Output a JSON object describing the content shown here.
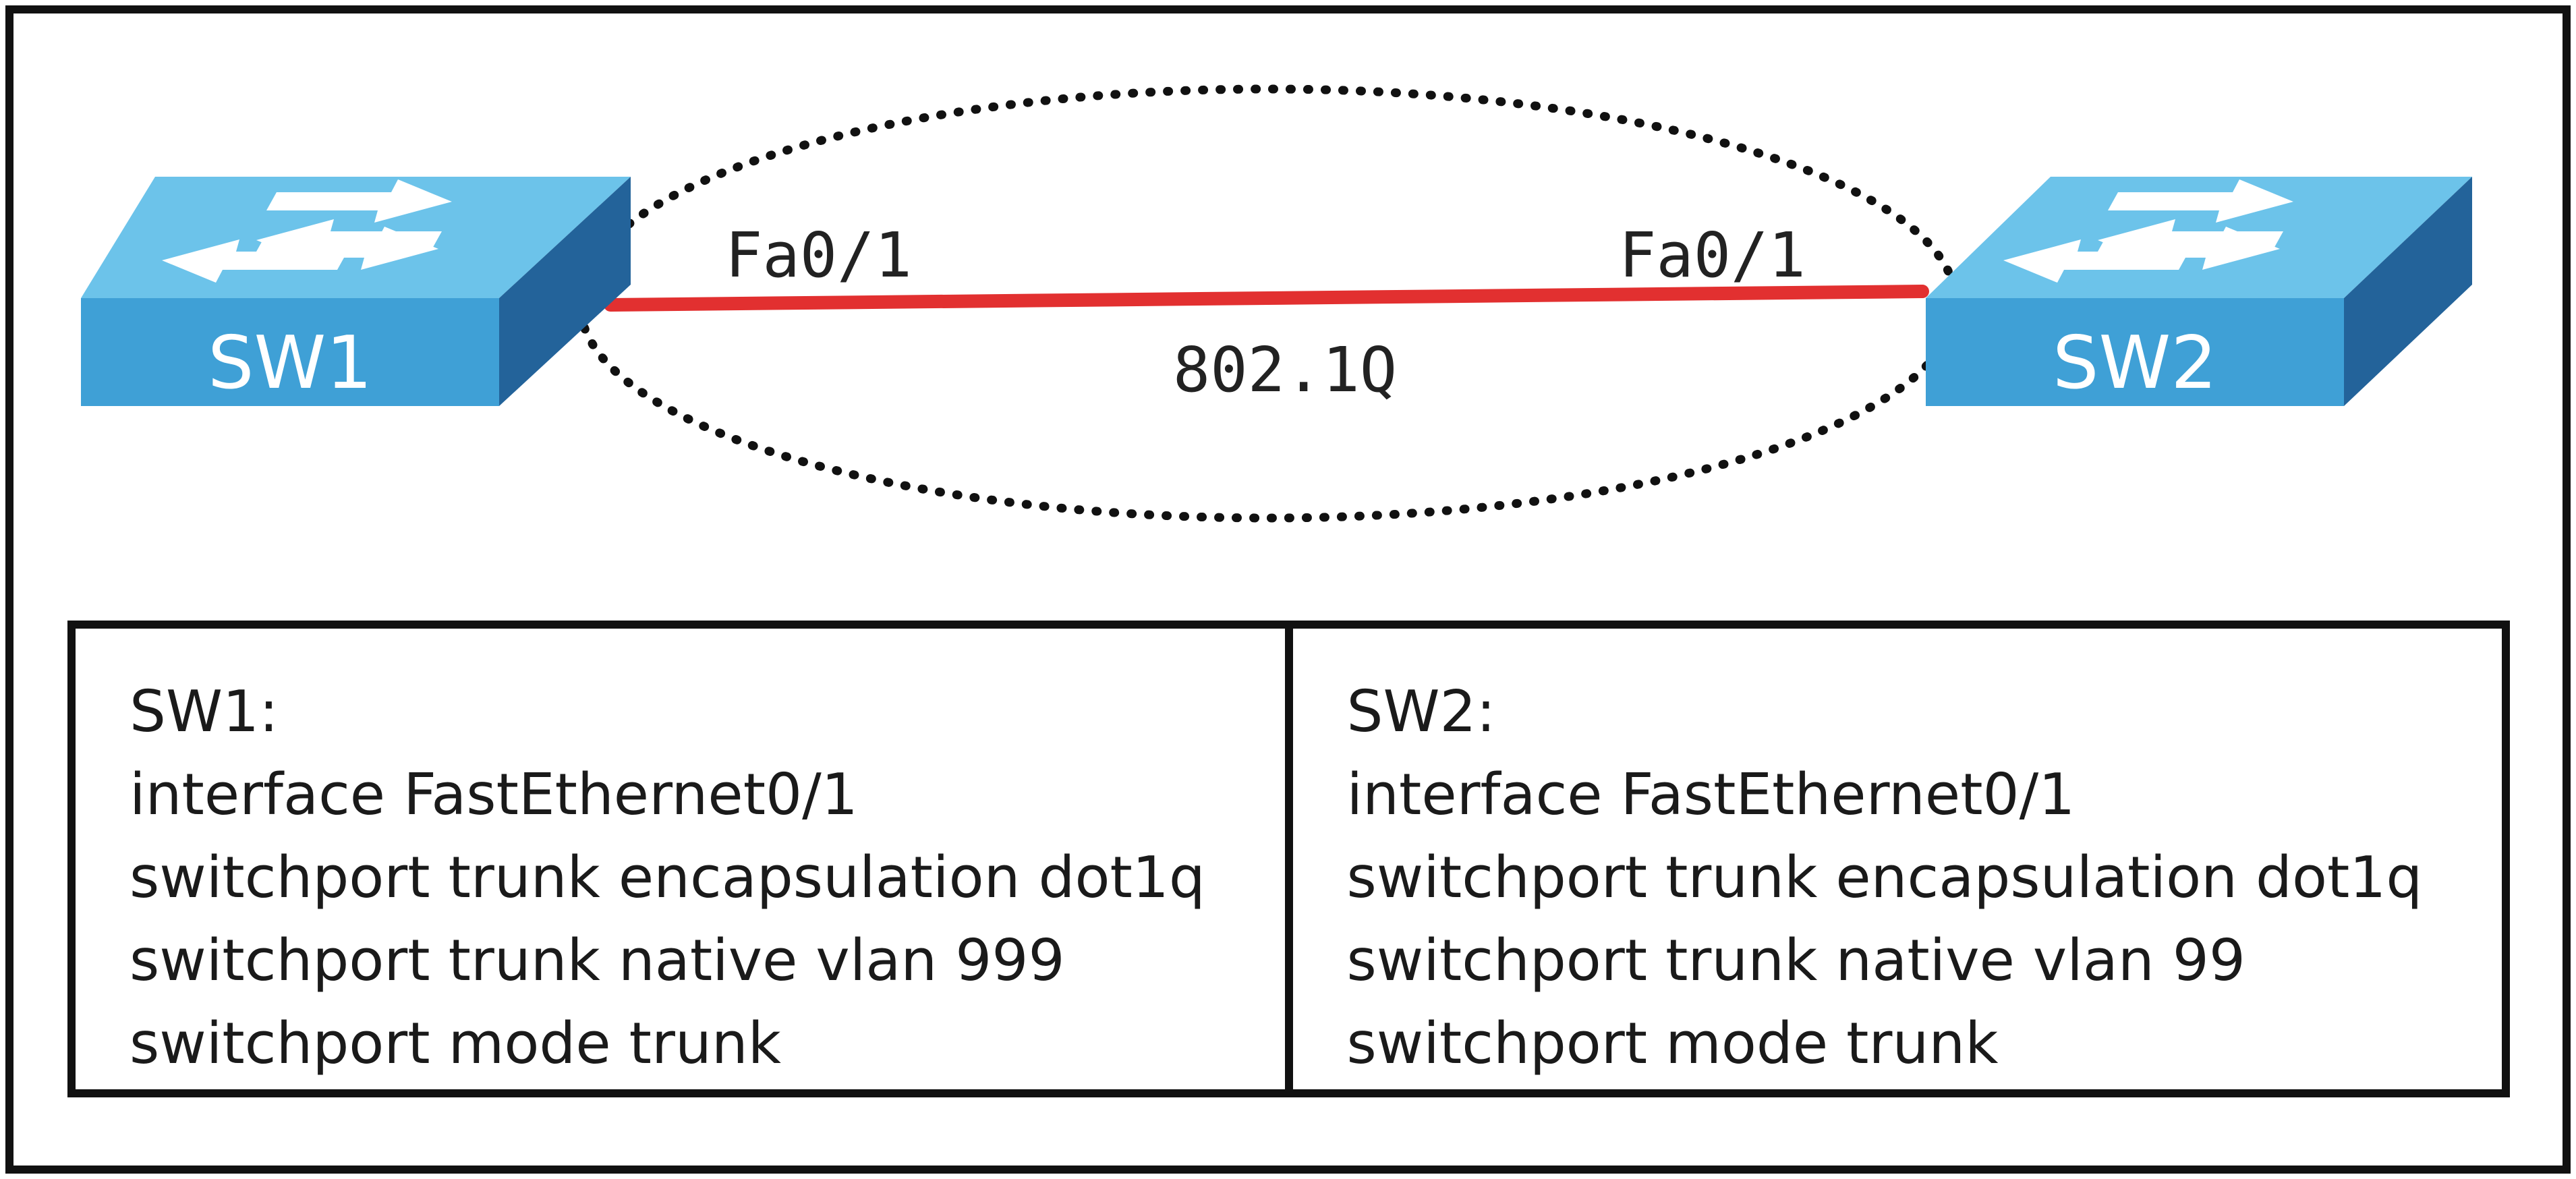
{
  "diagram": {
    "switches": [
      {
        "id": "sw1",
        "label": "SW1",
        "port": "Fa0/1"
      },
      {
        "id": "sw2",
        "label": "SW2",
        "port": "Fa0/1"
      }
    ],
    "link": {
      "encapsulation": "802.1Q",
      "color": "#e23030"
    },
    "colors": {
      "switch_top": "#6cc3ea",
      "switch_front": "#3fa0d6",
      "switch_side": "#23639a"
    }
  },
  "config": {
    "sw1": {
      "title": "SW1:",
      "lines": [
        "interface FastEthernet0/1",
        "switchport trunk encapsulation dot1q",
        "switchport trunk native vlan 999",
        "switchport mode trunk"
      ]
    },
    "sw2": {
      "title": "SW2:",
      "lines": [
        "interface FastEthernet0/1",
        "switchport trunk encapsulation dot1q",
        "switchport trunk native vlan 99",
        "switchport mode trunk"
      ]
    }
  }
}
